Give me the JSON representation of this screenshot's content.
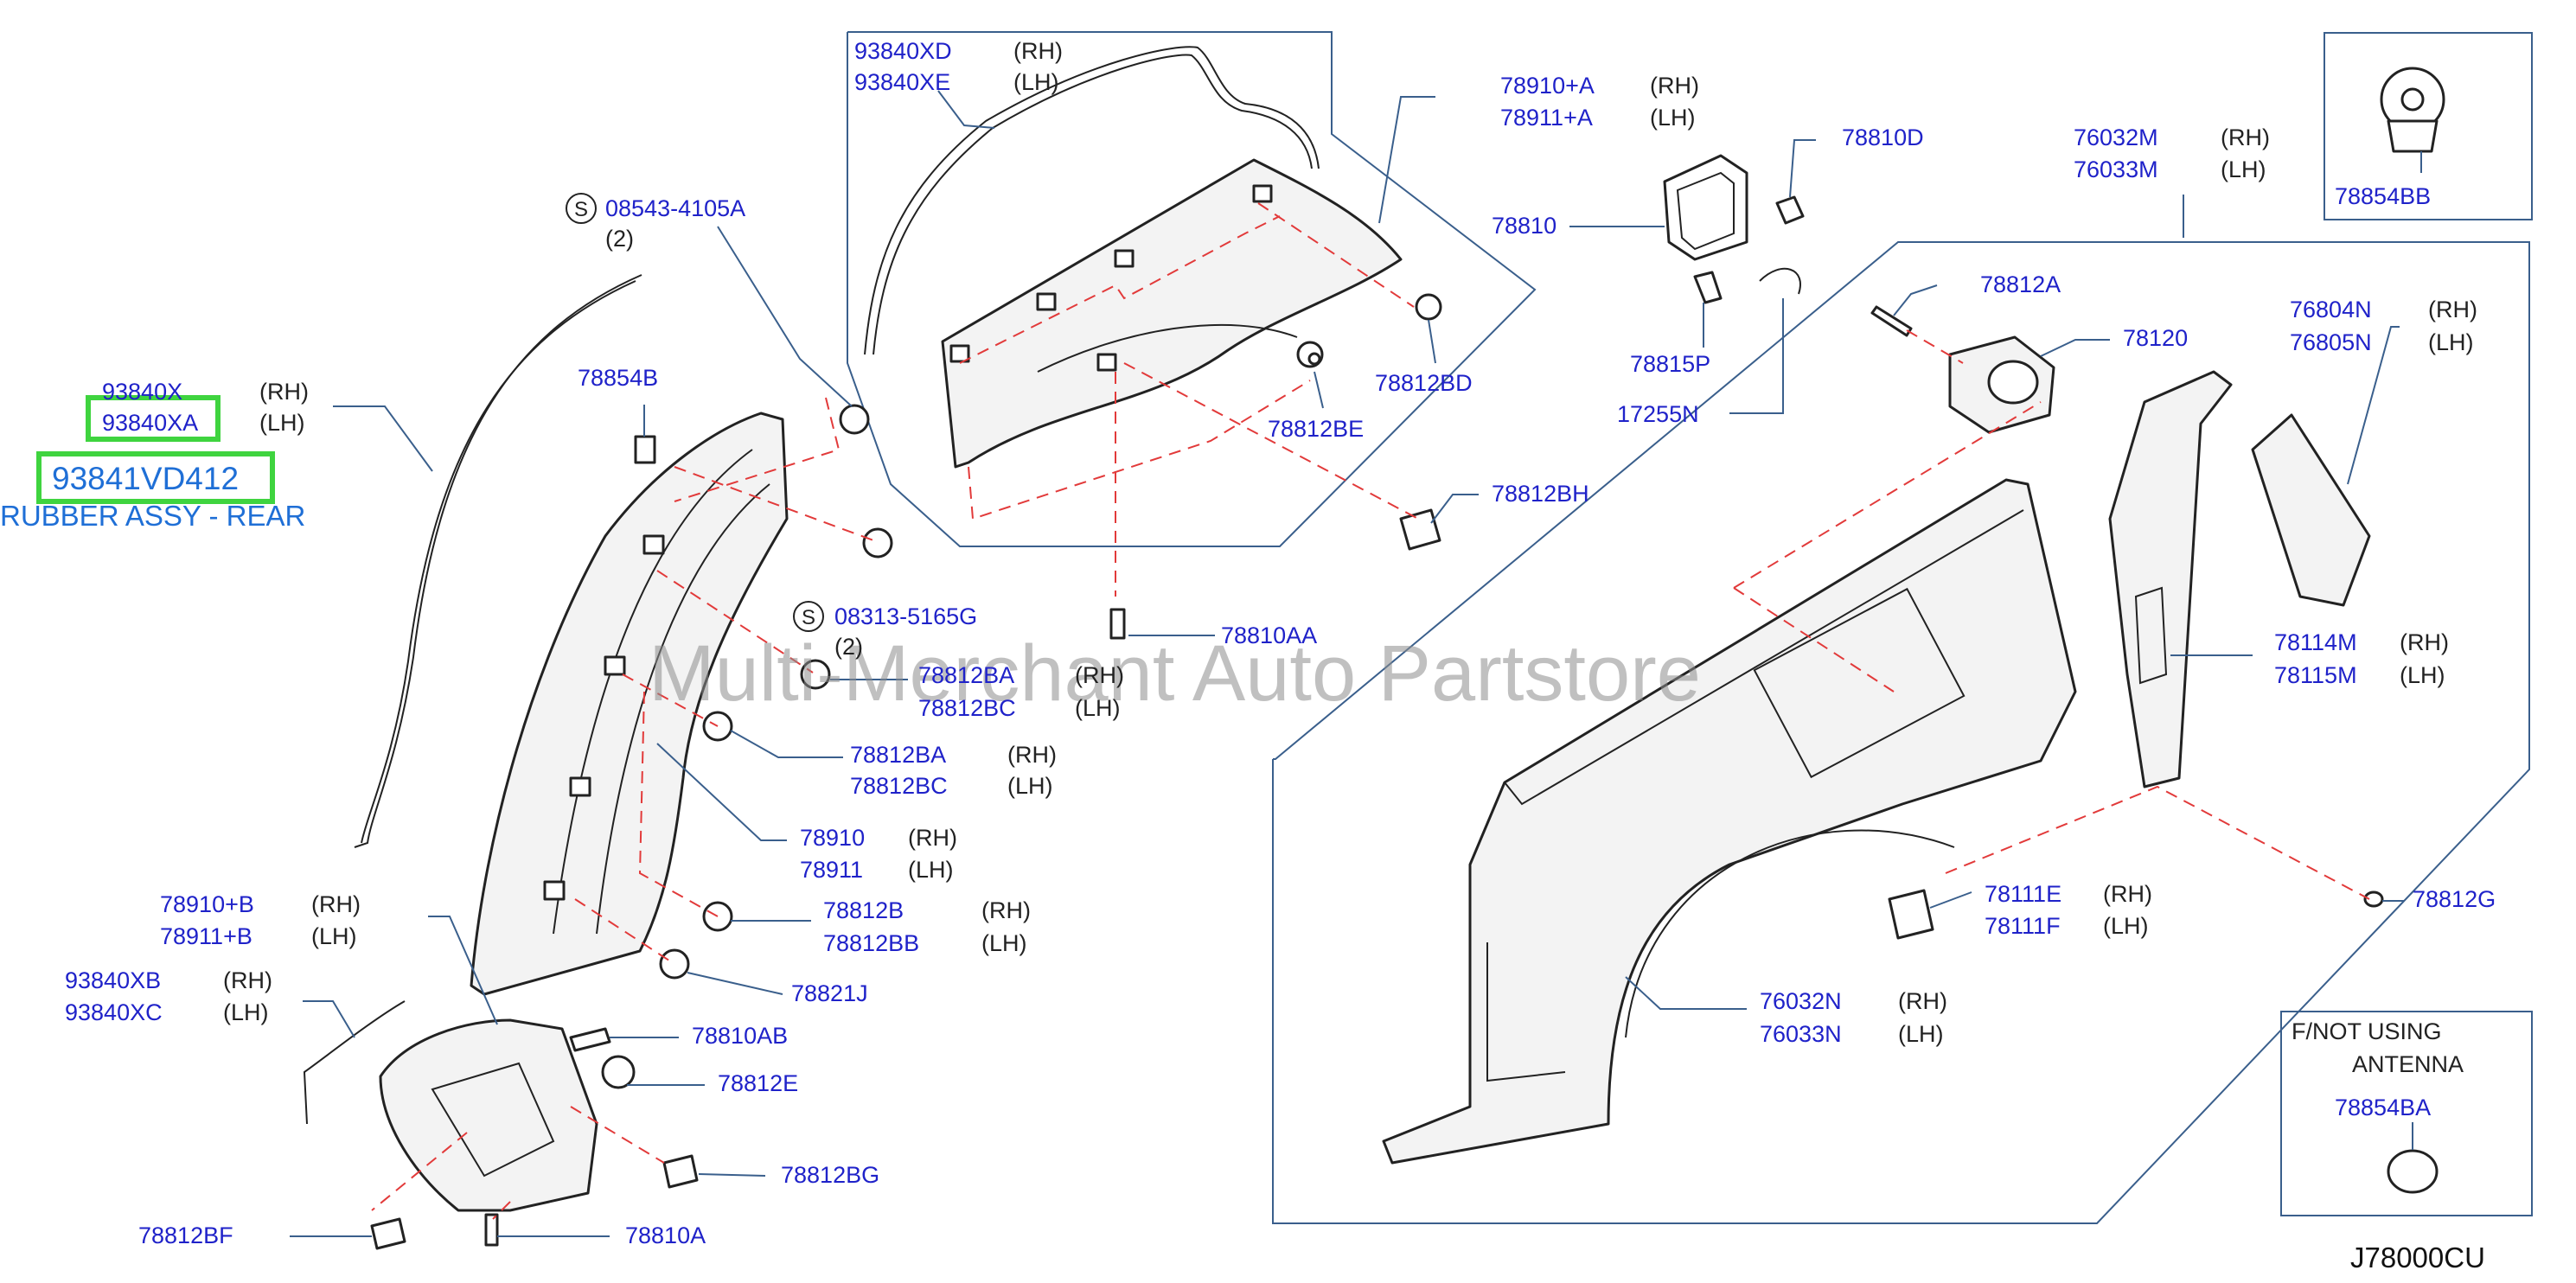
{
  "diagram": {
    "reference_code": "J78000CU",
    "watermark": "Multi-Merchant Auto Partstore",
    "highlight": {
      "part_no": "93841VD412",
      "description": "RUBBER ASSY - REAR"
    },
    "inset_note": {
      "line1": "F/NOT   USING",
      "line2": "ANTENNA"
    },
    "labels": [
      {
        "id": "p93840XD",
        "text": "93840XD",
        "side": "(RH)"
      },
      {
        "id": "p93840XE",
        "text": "93840XE",
        "side": "(LH)"
      },
      {
        "id": "p78910A",
        "text": "78910+A",
        "side": "(RH)"
      },
      {
        "id": "p78911A",
        "text": "78911+A",
        "side": "(LH)"
      },
      {
        "id": "p78810D",
        "text": "78810D",
        "side": ""
      },
      {
        "id": "p78810",
        "text": "78810",
        "side": ""
      },
      {
        "id": "p78815P",
        "text": "78815P",
        "side": ""
      },
      {
        "id": "p17255N",
        "text": "17255N",
        "side": ""
      },
      {
        "id": "p78854BB",
        "text": "78854BB",
        "side": ""
      },
      {
        "id": "p76032M",
        "text": "76032M",
        "side": "(RH)"
      },
      {
        "id": "p76033M",
        "text": "76033M",
        "side": "(LH)"
      },
      {
        "id": "p08543",
        "text": "08543-4105A",
        "side": "(2)"
      },
      {
        "id": "p93840X",
        "text": "93840X",
        "side": "(RH)"
      },
      {
        "id": "p93840XA",
        "text": "93840XA",
        "side": "(LH)"
      },
      {
        "id": "p78854B",
        "text": "78854B",
        "side": ""
      },
      {
        "id": "p78812BD",
        "text": "78812BD",
        "side": ""
      },
      {
        "id": "p78812BE",
        "text": "78812BE",
        "side": ""
      },
      {
        "id": "p78812A",
        "text": "78812A",
        "side": ""
      },
      {
        "id": "p78120",
        "text": "78120",
        "side": ""
      },
      {
        "id": "p76804N",
        "text": "76804N",
        "side": "(RH)"
      },
      {
        "id": "p76805N",
        "text": "76805N",
        "side": "(LH)"
      },
      {
        "id": "p78812BH",
        "text": "78812BH",
        "side": ""
      },
      {
        "id": "p08313",
        "text": "08313-5165G",
        "side": "(2)"
      },
      {
        "id": "p78810AA",
        "text": "78810AA",
        "side": ""
      },
      {
        "id": "p78812BA1",
        "text": "78812BA",
        "side": "(RH)"
      },
      {
        "id": "p78812BC1",
        "text": "78812BC",
        "side": "(LH)"
      },
      {
        "id": "p78812BA2",
        "text": "78812BA",
        "side": "(RH)"
      },
      {
        "id": "p78812BC2",
        "text": "78812BC",
        "side": "(LH)"
      },
      {
        "id": "p78114M",
        "text": "78114M",
        "side": "(RH)"
      },
      {
        "id": "p78115M",
        "text": "78115M",
        "side": "(LH)"
      },
      {
        "id": "p78910",
        "text": "78910",
        "side": "(RH)"
      },
      {
        "id": "p78911",
        "text": "78911",
        "side": "(LH)"
      },
      {
        "id": "p78910B",
        "text": "78910+B",
        "side": "(RH)"
      },
      {
        "id": "p78911B",
        "text": "78911+B",
        "side": "(LH)"
      },
      {
        "id": "p78812B",
        "text": "78812B",
        "side": "(RH)"
      },
      {
        "id": "p78812BB",
        "text": "78812BB",
        "side": "(LH)"
      },
      {
        "id": "p78111E",
        "text": "78111E",
        "side": "(RH)"
      },
      {
        "id": "p78111F",
        "text": "78111F",
        "side": "(LH)"
      },
      {
        "id": "p78812G",
        "text": "78812G",
        "side": ""
      },
      {
        "id": "p93840XB",
        "text": "93840XB",
        "side": "(RH)"
      },
      {
        "id": "p93840XC",
        "text": "93840XC",
        "side": "(LH)"
      },
      {
        "id": "p78821J",
        "text": "78821J",
        "side": ""
      },
      {
        "id": "p76032N",
        "text": "76032N",
        "side": "(RH)"
      },
      {
        "id": "p76033N",
        "text": "76033N",
        "side": "(LH)"
      },
      {
        "id": "p78810AB",
        "text": "78810AB",
        "side": ""
      },
      {
        "id": "p78812E",
        "text": "78812E",
        "side": ""
      },
      {
        "id": "p78854BA",
        "text": "78854BA",
        "side": ""
      },
      {
        "id": "p78812BG",
        "text": "78812BG",
        "side": ""
      },
      {
        "id": "p78812BF",
        "text": "78812BF",
        "side": ""
      },
      {
        "id": "p78810A",
        "text": "78810A",
        "side": ""
      }
    ]
  }
}
